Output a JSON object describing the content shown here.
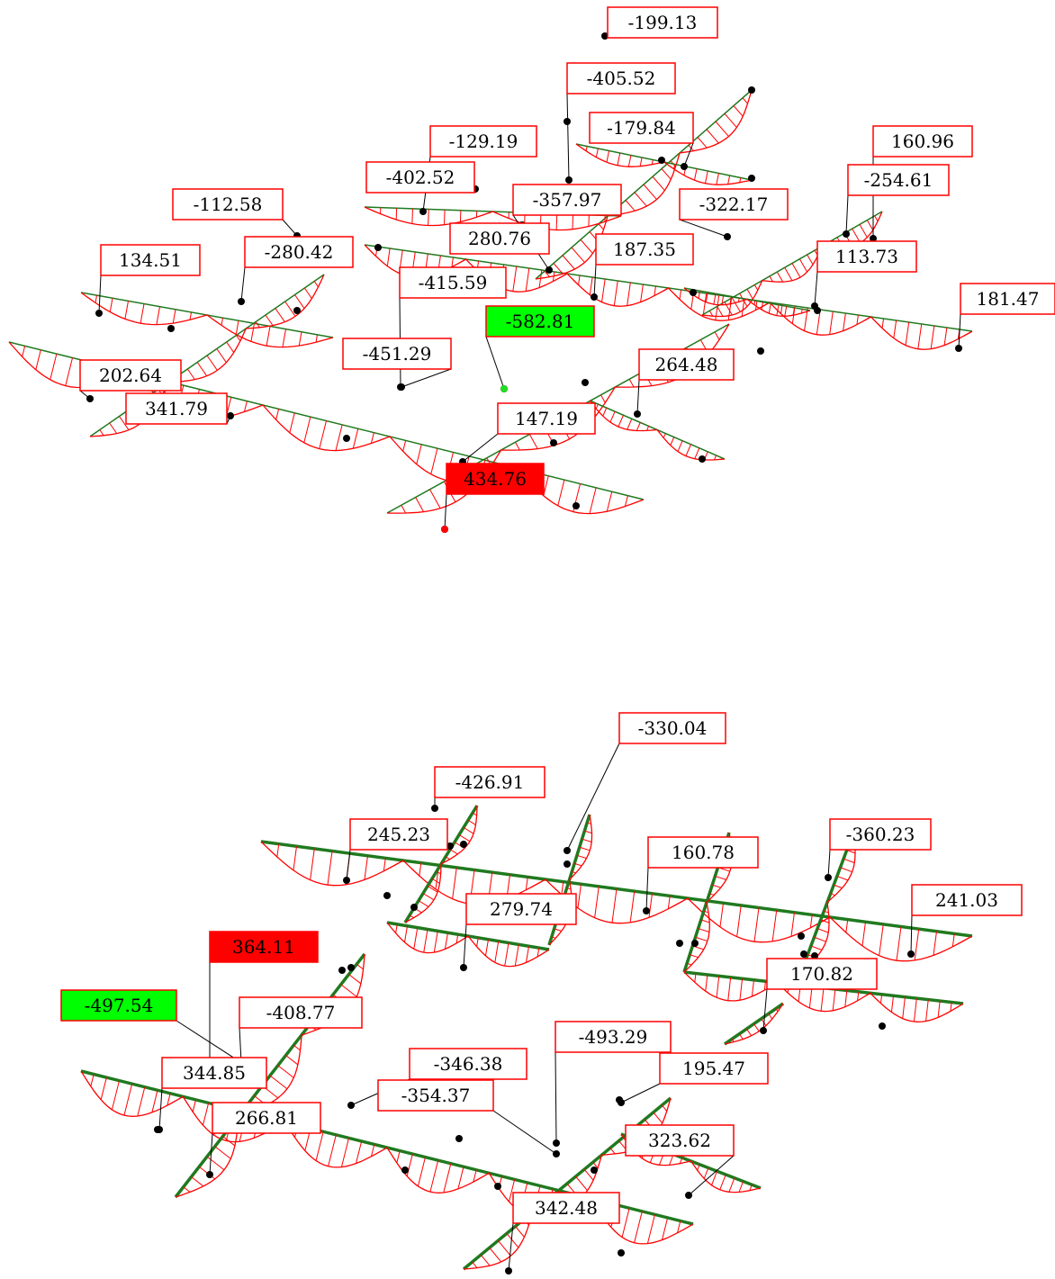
{
  "colors": {
    "beam": "#1f7a1f",
    "moment": "#ff0000",
    "node": "#000000",
    "label_border": "#ff0000",
    "label_bg": "#ffffff",
    "max_negative_bg": "#00ff00",
    "max_positive_bg": "#ff0000"
  },
  "diagrams": [
    {
      "max_negative": "-582.81",
      "max_positive": "434.76",
      "labels": [
        {
          "text": "-199.13",
          "kind": "normal"
        },
        {
          "text": "-405.52",
          "kind": "normal"
        },
        {
          "text": "-179.84",
          "kind": "normal"
        },
        {
          "text": "-129.19",
          "kind": "normal"
        },
        {
          "text": "160.96",
          "kind": "normal"
        },
        {
          "text": "-402.52",
          "kind": "normal"
        },
        {
          "text": "-357.97",
          "kind": "normal"
        },
        {
          "text": "-322.17",
          "kind": "normal"
        },
        {
          "text": "-254.61",
          "kind": "normal"
        },
        {
          "text": "-112.58",
          "kind": "normal"
        },
        {
          "text": "280.76",
          "kind": "normal"
        },
        {
          "text": "187.35",
          "kind": "normal"
        },
        {
          "text": "113.73",
          "kind": "normal"
        },
        {
          "text": "134.51",
          "kind": "normal"
        },
        {
          "text": "-280.42",
          "kind": "normal"
        },
        {
          "text": "-415.59",
          "kind": "normal"
        },
        {
          "text": "181.47",
          "kind": "normal"
        },
        {
          "text": "-582.81",
          "kind": "max_negative"
        },
        {
          "text": "-451.29",
          "kind": "normal"
        },
        {
          "text": "264.48",
          "kind": "normal"
        },
        {
          "text": "202.64",
          "kind": "normal"
        },
        {
          "text": "341.79",
          "kind": "normal"
        },
        {
          "text": "147.19",
          "kind": "normal"
        },
        {
          "text": "434.76",
          "kind": "max_positive"
        }
      ]
    },
    {
      "max_negative": "-497.54",
      "max_positive": "364.11",
      "labels": [
        {
          "text": "-330.04",
          "kind": "normal"
        },
        {
          "text": "-426.91",
          "kind": "normal"
        },
        {
          "text": "245.23",
          "kind": "normal"
        },
        {
          "text": "-360.23",
          "kind": "normal"
        },
        {
          "text": "160.78",
          "kind": "normal"
        },
        {
          "text": "241.03",
          "kind": "normal"
        },
        {
          "text": "279.74",
          "kind": "normal"
        },
        {
          "text": "364.11",
          "kind": "max_positive"
        },
        {
          "text": "170.82",
          "kind": "normal"
        },
        {
          "text": "-497.54",
          "kind": "max_negative"
        },
        {
          "text": "-408.77",
          "kind": "normal"
        },
        {
          "text": "-493.29",
          "kind": "normal"
        },
        {
          "text": "-346.38",
          "kind": "normal"
        },
        {
          "text": "195.47",
          "kind": "normal"
        },
        {
          "text": "344.85",
          "kind": "normal"
        },
        {
          "text": "-354.37",
          "kind": "normal"
        },
        {
          "text": "266.81",
          "kind": "normal"
        },
        {
          "text": "323.62",
          "kind": "normal"
        },
        {
          "text": "342.48",
          "kind": "normal"
        }
      ]
    }
  ]
}
